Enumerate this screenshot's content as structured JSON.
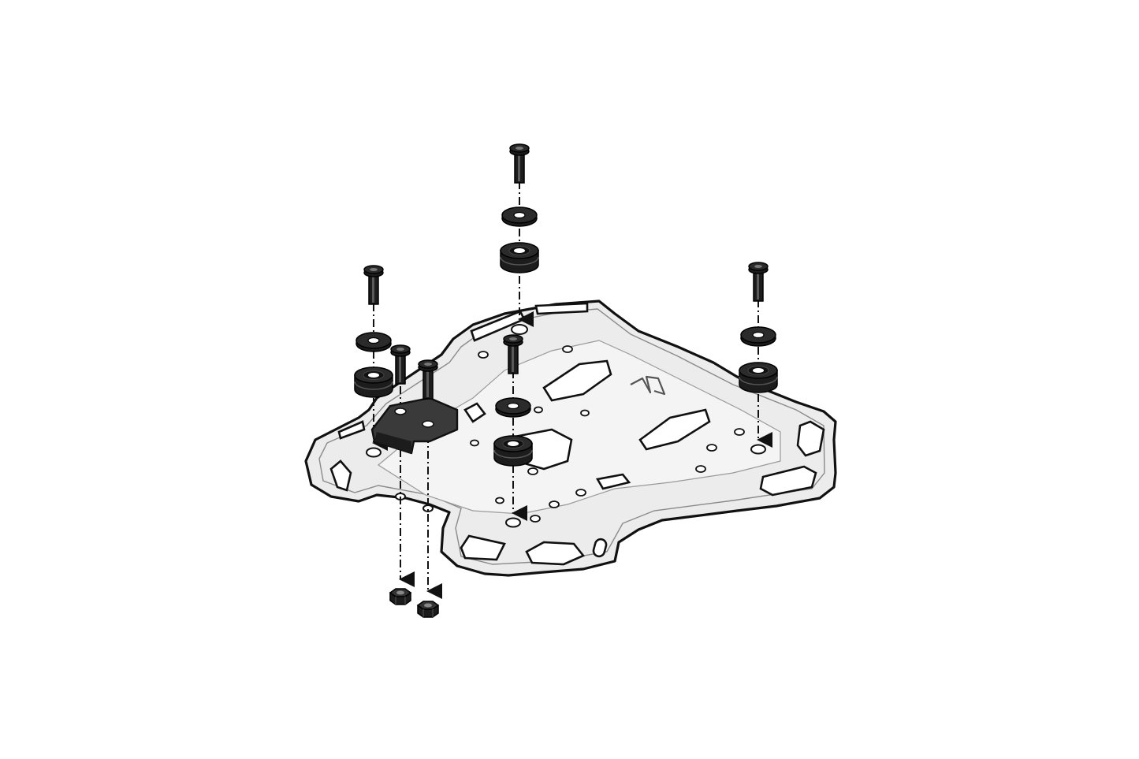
{
  "diagram": {
    "kind": "exploded-assembly",
    "colors": {
      "background": "#ffffff",
      "outline": "#111111",
      "plate_fill": "#ececec",
      "plate_inner": "#f5f5f5",
      "hardware": "#1c1c1c",
      "hardware_highlight": "#5a5a5a"
    },
    "parts": [
      {
        "name": "rack-plate",
        "icon": "luggage-rack-plate-icon"
      },
      {
        "name": "adapter-block",
        "icon": "rubber-adapter-icon"
      },
      {
        "name": "bolt",
        "icon": "bolt-icon",
        "count": 6
      },
      {
        "name": "washer",
        "icon": "washer-icon",
        "count": 4
      },
      {
        "name": "rubber-bushing",
        "icon": "bushing-icon",
        "count": 4
      },
      {
        "name": "hex-nut",
        "icon": "nut-icon",
        "count": 2
      }
    ]
  }
}
